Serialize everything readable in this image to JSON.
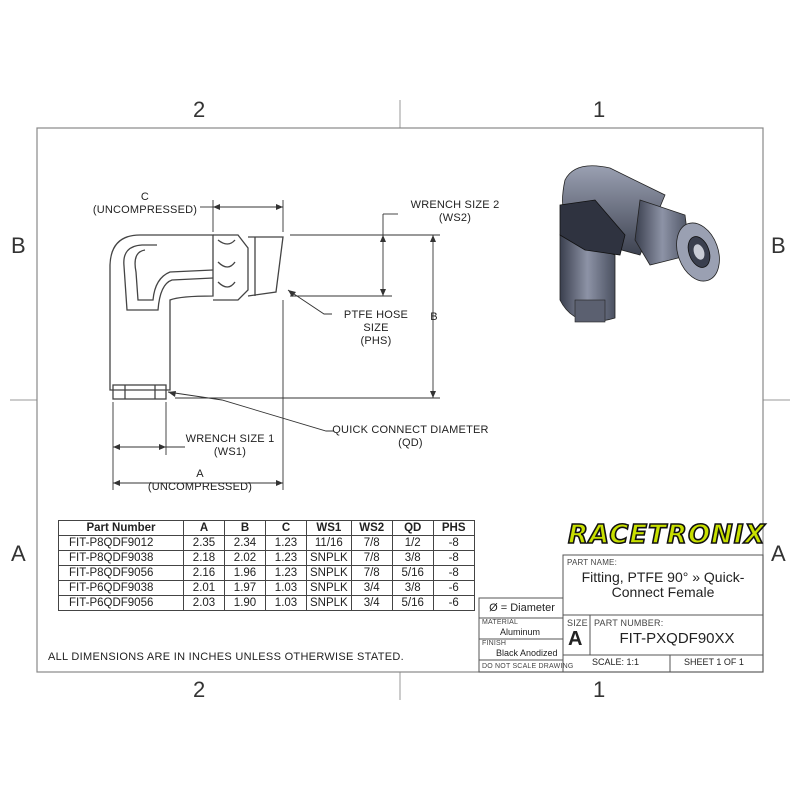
{
  "zones": {
    "top": [
      "2",
      "1"
    ],
    "bottom": [
      "2",
      "1"
    ],
    "left": [
      "B",
      "A"
    ],
    "right": [
      "B",
      "A"
    ]
  },
  "dimensions": {
    "c_label": "C",
    "c_sub": "(UNCOMPRESSED)",
    "ws2_label": "WRENCH SIZE 2",
    "ws2_sub": "(WS2)",
    "phs_label": "PTFE HOSE SIZE",
    "phs_sub": "(PHS)",
    "b_label": "B",
    "qd_label": "QUICK CONNECT DIAMETER",
    "qd_sub": "(QD)",
    "ws1_label": "WRENCH SIZE 1",
    "ws1_sub": "(WS1)",
    "a_label": "A",
    "a_sub": "(UNCOMPRESSED)"
  },
  "table": {
    "headers": [
      "Part Number",
      "A",
      "B",
      "C",
      "WS1",
      "WS2",
      "QD",
      "PHS"
    ],
    "rows": [
      [
        "FIT-P8QDF9012",
        "2.35",
        "2.34",
        "1.23",
        "11/16",
        "7/8",
        "1/2",
        "-8"
      ],
      [
        "FIT-P8QDF9038",
        "2.18",
        "2.02",
        "1.23",
        "SNPLK",
        "7/8",
        "3/8",
        "-8"
      ],
      [
        "FIT-P8QDF9056",
        "2.16",
        "1.96",
        "1.23",
        "SNPLK",
        "7/8",
        "5/16",
        "-8"
      ],
      [
        "FIT-P6QDF9038",
        "2.01",
        "1.97",
        "1.03",
        "SNPLK",
        "3/4",
        "3/8",
        "-6"
      ],
      [
        "FIT-P6QDF9056",
        "2.03",
        "1.90",
        "1.03",
        "SNPLK",
        "3/4",
        "5/16",
        "-6"
      ]
    ]
  },
  "note": "ALL DIMENSIONS ARE IN INCHES UNLESS OTHERWISE STATED.",
  "title_block": {
    "logo": "RACETRONIX",
    "part_name_label": "PART NAME:",
    "part_name_line1": "Fitting, PTFE 90° » Quick-",
    "part_name_line2": "Connect Female",
    "diameter_note": "Ø = Diameter",
    "material_label": "MATERIAL",
    "material": "Aluminum",
    "finish_label": "FINISH",
    "finish": "Black Anodized",
    "no_scale": "DO NOT SCALE DRAWING",
    "size_label": "SIZE",
    "size": "A",
    "part_number_label": "PART NUMBER:",
    "part_number": "FIT-PXQDF90XX",
    "scale": "SCALE: 1:1",
    "sheet": "SHEET 1 OF 1"
  },
  "colors": {
    "logo_fill": "#c8e000",
    "line": "#333333"
  }
}
